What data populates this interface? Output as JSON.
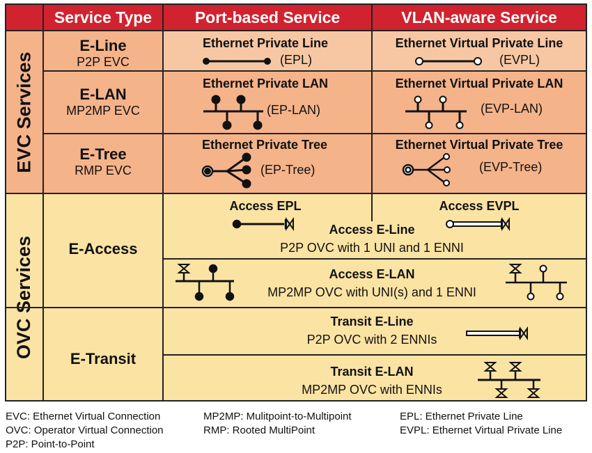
{
  "header": {
    "service_type": "Service Type",
    "port_based": "Port-based Service",
    "vlan_aware": "VLAN-aware Service"
  },
  "groups": {
    "evc": "EVC Services",
    "ovc": "OVC Services"
  },
  "rows": {
    "eline": {
      "type": "E-Line",
      "sub": "P2P EVC",
      "port_title": "Ethernet Private Line",
      "port_abbr": "(EPL)",
      "vlan_title": "Ethernet Virtual Private Line",
      "vlan_abbr": "(EVPL)"
    },
    "elan": {
      "type": "E-LAN",
      "sub": "MP2MP EVC",
      "port_title": "Ethernet Private LAN",
      "port_abbr": "(EP-LAN)",
      "vlan_title": "Ethernet Virtual Private LAN",
      "vlan_abbr": "(EVP-LAN)"
    },
    "etree": {
      "type": "E-Tree",
      "sub": "RMP EVC",
      "port_title": "Ethernet Private Tree",
      "port_abbr": "(EP-Tree)",
      "vlan_title": "Ethernet Virtual Private Tree",
      "vlan_abbr": "(EVP-Tree)"
    },
    "eaccess": {
      "type": "E-Access",
      "access_epl": "Access EPL",
      "access_evpl": "Access EVPL",
      "aeline_title": "Access E-Line",
      "aeline_desc": "P2P OVC with 1 UNI and 1 ENNI",
      "aelan_title": "Access E-LAN",
      "aelan_desc": "MP2MP OVC with UNI(s) and 1 ENNI"
    },
    "etransit": {
      "type": "E-Transit",
      "teline_title": "Transit E-Line",
      "teline_desc": "P2P  OVC with 2 ENNIs",
      "telan_title": "Transit E-LAN",
      "telan_desc": "MP2MP OVC with ENNIs"
    }
  },
  "legend": {
    "evc": "EVC: Ethernet Virtual Connection",
    "ovc": "OVC: Operator Virtual Connection",
    "p2p": "P2P: Point-to-Point",
    "mp2mp": "MP2MP: Mulitpoint-to-Multipoint",
    "rmp": "RMP: Rooted MultiPoint",
    "epl": "EPL: Ethernet Private Line",
    "evpl": "EVPL: Ethernet Virtual Private Line"
  },
  "colors": {
    "header": "#d0232f",
    "evc_fill": "#f5b38a",
    "ovc_fill": "#fbe3a4"
  },
  "icons": [
    "epl-line-icon",
    "evpl-line-icon",
    "ep-lan-icon",
    "evp-lan-icon",
    "ep-tree-icon",
    "evp-tree-icon",
    "access-epl-icon",
    "access-evpl-icon",
    "access-elan-port-icon",
    "access-elan-vlan-icon",
    "transit-eline-icon",
    "transit-elan-icon"
  ]
}
